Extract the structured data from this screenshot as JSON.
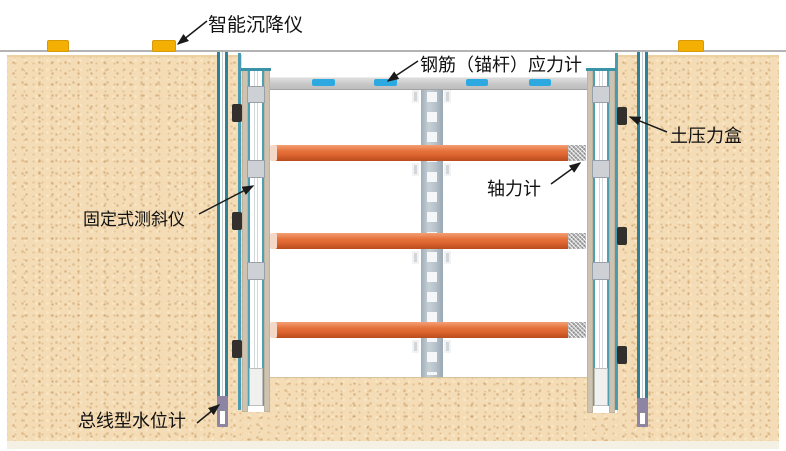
{
  "labels": {
    "smart_settlement_gauge": "智能沉降仪",
    "rebar_anchor_stress_gauge": "钢筋（锚杆）应力计",
    "earth_pressure_cell": "土压力盒",
    "axial_force_gauge": "轴力计",
    "fixed_inclinometer": "固定式测斜仪",
    "bus_water_level_gauge": "总线型水位计"
  },
  "instruments": {
    "settlement_gauge_count": 3,
    "rebar_stress_gauge_count": 4,
    "strut_count": 3,
    "axial_force_gauge_count": 3,
    "earth_pressure_cell_count": 6,
    "wall_inclinometer_sensor_count": 6,
    "water_level_gauge_count": 2
  },
  "colors": {
    "soil": "#f3dcb6",
    "soil_speckle": "#c69258",
    "settlement_yellow": "#f4af03",
    "stress_gauge_blue": "#2da9e1",
    "strut_orange": "#e4713b",
    "beam_gray": "#c6c6c6",
    "column_gray": "#b7c2cb",
    "wall_gray": "#cdc3b0",
    "casing_teal": "#2e8198",
    "pressure_cell_black": "#332f2c",
    "water_sensor_purple": "#8e84a4",
    "ground_line_gray": "#b3b3b3"
  }
}
